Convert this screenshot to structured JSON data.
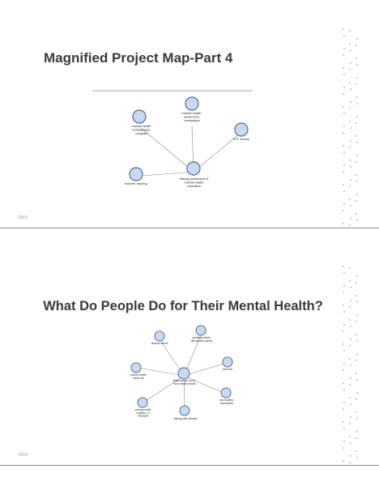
{
  "slides": [
    {
      "title": "Magnified Project Map-Part 4",
      "footer": "20XX",
      "map": {
        "nodes": [
          {
            "id": "center",
            "label": [
              "raising awareness &",
              "mental health",
              "education"
            ]
          },
          {
            "id": "n1",
            "label": [
              "mental health",
              "ambassador",
              "program"
            ]
          },
          {
            "id": "n2",
            "label": [
              "mental health",
              "awareness",
              "campaigns"
            ]
          },
          {
            "id": "n3",
            "label": [
              "eTV shows"
            ]
          },
          {
            "id": "n4",
            "label": [
              "teacher training"
            ]
          }
        ]
      }
    },
    {
      "title": "What Do People Do for Their Mental Health?",
      "footer": "20XX",
      "map": {
        "nodes": [
          {
            "id": "center",
            "label": [
              "What people do for",
              "their mental health"
            ]
          },
          {
            "id": "m1",
            "label": [
              "discuss stress"
            ]
          },
          {
            "id": "m2",
            "label": [
              "avoiding health",
              "discussions family"
            ]
          },
          {
            "id": "m3",
            "label": [
              "exercise"
            ]
          },
          {
            "id": "m4",
            "label": [
              "use healthy",
              "boundaries"
            ]
          },
          {
            "id": "m5",
            "label": [
              "talking with parents"
            ]
          },
          {
            "id": "m6",
            "label": [
              "seeing health",
              "workers, or",
              "therapist"
            ]
          },
          {
            "id": "m7",
            "label": [
              "routine health",
              "check-ins"
            ]
          }
        ]
      }
    }
  ],
  "colors": {
    "node_fill": "#c9d9f0",
    "node_stroke": "#4f6f95",
    "edge": "#8a8a8a",
    "dots": "#c8c8c8"
  }
}
